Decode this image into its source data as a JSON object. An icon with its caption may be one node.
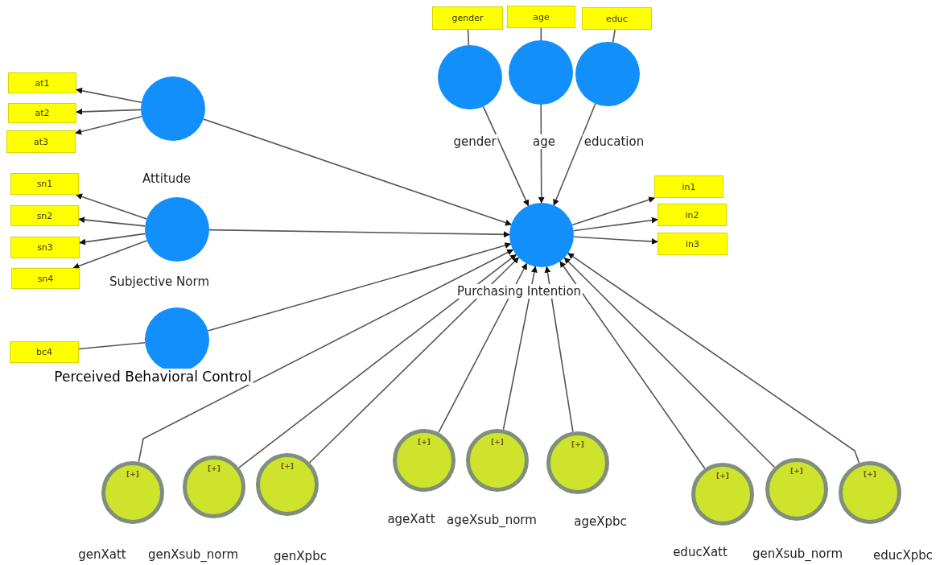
{
  "diagram": {
    "nodes": [
      {
        "text": [
          "at1"
        ]
      },
      {
        "text": [
          "at2"
        ]
      },
      {
        "text": [
          "at3"
        ]
      },
      {
        "text": [
          "Attitude"
        ]
      },
      {
        "text": [
          "sn1"
        ]
      },
      {
        "text": [
          "sn2"
        ]
      },
      {
        "text": [
          "sn3"
        ]
      },
      {
        "text": [
          "sn4"
        ]
      },
      {
        "text": [
          "Subjective Norm"
        ]
      },
      {
        "text": [
          "bc4"
        ]
      },
      {
        "text": [
          "Perceived Behavioral Control"
        ]
      },
      {
        "text": [
          "gender"
        ]
      },
      {
        "text": [
          "age"
        ]
      },
      {
        "text": [
          "educ"
        ]
      },
      {
        "text": [
          "gender"
        ]
      },
      {
        "text": [
          "age"
        ]
      },
      {
        "text": [
          "education"
        ]
      },
      {
        "text": [
          "Purchasing Intention"
        ]
      },
      {
        "text": [
          "in1"
        ]
      },
      {
        "text": [
          "in2"
        ]
      },
      {
        "text": [
          "in3"
        ]
      },
      {
        "text": [
          "[+]",
          "genXatt"
        ]
      },
      {
        "text": [
          "[+]",
          "genXsub_norm"
        ]
      },
      {
        "text": [
          "[+]",
          "genXpbc"
        ]
      },
      {
        "text": [
          "[+]",
          "ageXatt"
        ]
      },
      {
        "text": [
          "[+]",
          "ageXsub_norm"
        ]
      },
      {
        "text": [
          "[+]",
          "ageXpbc"
        ]
      },
      {
        "text": [
          "[+]",
          "educXatt"
        ]
      },
      {
        "text": [
          "[+]",
          "genXsub_norm"
        ]
      },
      {
        "text": [
          "[+]",
          "educXpbc"
        ]
      }
    ],
    "edges": [
      {
        "from": 3,
        "to": 0,
        "arrow": "to"
      },
      {
        "from": 3,
        "to": 1,
        "arrow": "to"
      },
      {
        "from": 3,
        "to": 2,
        "arrow": "to"
      },
      {
        "from": 8,
        "to": 4,
        "arrow": "to"
      },
      {
        "from": 8,
        "to": 5,
        "arrow": "to"
      },
      {
        "from": 8,
        "to": 6,
        "arrow": "to"
      },
      {
        "from": 8,
        "to": 7,
        "arrow": "to"
      },
      {
        "from": 9,
        "to": 10,
        "arrow": "none"
      },
      {
        "from": 3,
        "to": 17,
        "arrow": "to"
      },
      {
        "from": 8,
        "to": 17,
        "arrow": "to"
      },
      {
        "from": 10,
        "to": 17,
        "arrow": "to"
      },
      {
        "from": 11,
        "to": 14,
        "arrow": "none"
      },
      {
        "from": 12,
        "to": 15,
        "arrow": "none"
      },
      {
        "from": 13,
        "to": 16,
        "arrow": "none"
      },
      {
        "from": 14,
        "to": 17,
        "arrow": "to"
      },
      {
        "from": 15,
        "to": 17,
        "arrow": "to"
      },
      {
        "from": 16,
        "to": 17,
        "arrow": "to"
      },
      {
        "from": 17,
        "to": 18,
        "arrow": "to"
      },
      {
        "from": 17,
        "to": 19,
        "arrow": "to"
      },
      {
        "from": 17,
        "to": 20,
        "arrow": "to"
      },
      {
        "from": 21,
        "to": 17,
        "arrow": "to"
      },
      {
        "from": 22,
        "to": 17,
        "arrow": "to"
      },
      {
        "from": 23,
        "to": 17,
        "arrow": "to"
      },
      {
        "from": 24,
        "to": 17,
        "arrow": "to"
      },
      {
        "from": 25,
        "to": 17,
        "arrow": "to"
      },
      {
        "from": 26,
        "to": 17,
        "arrow": "to"
      },
      {
        "from": 27,
        "to": 17,
        "arrow": "to"
      },
      {
        "from": 28,
        "to": 17,
        "arrow": "to"
      },
      {
        "from": 29,
        "to": 17,
        "arrow": "to"
      }
    ]
  }
}
